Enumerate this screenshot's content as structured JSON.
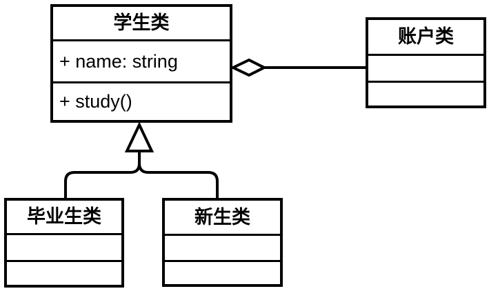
{
  "diagram": {
    "type": "uml-class-diagram",
    "colors": {
      "stroke": "#000000",
      "fill": "#ffffff"
    },
    "classes": {
      "student": {
        "name": "学生类",
        "attributes": [
          "+ name: string"
        ],
        "methods": [
          "+ study()"
        ]
      },
      "account": {
        "name": "账户类",
        "attributes": [],
        "methods": []
      },
      "graduate": {
        "name": "毕业生类",
        "attributes": [],
        "methods": []
      },
      "freshman": {
        "name": "新生类",
        "attributes": [],
        "methods": []
      }
    },
    "relationships": [
      {
        "type": "aggregation",
        "whole": "学生类",
        "part": "账户类"
      },
      {
        "type": "generalization",
        "parent": "学生类",
        "children": [
          "毕业生类",
          "新生类"
        ]
      }
    ]
  }
}
